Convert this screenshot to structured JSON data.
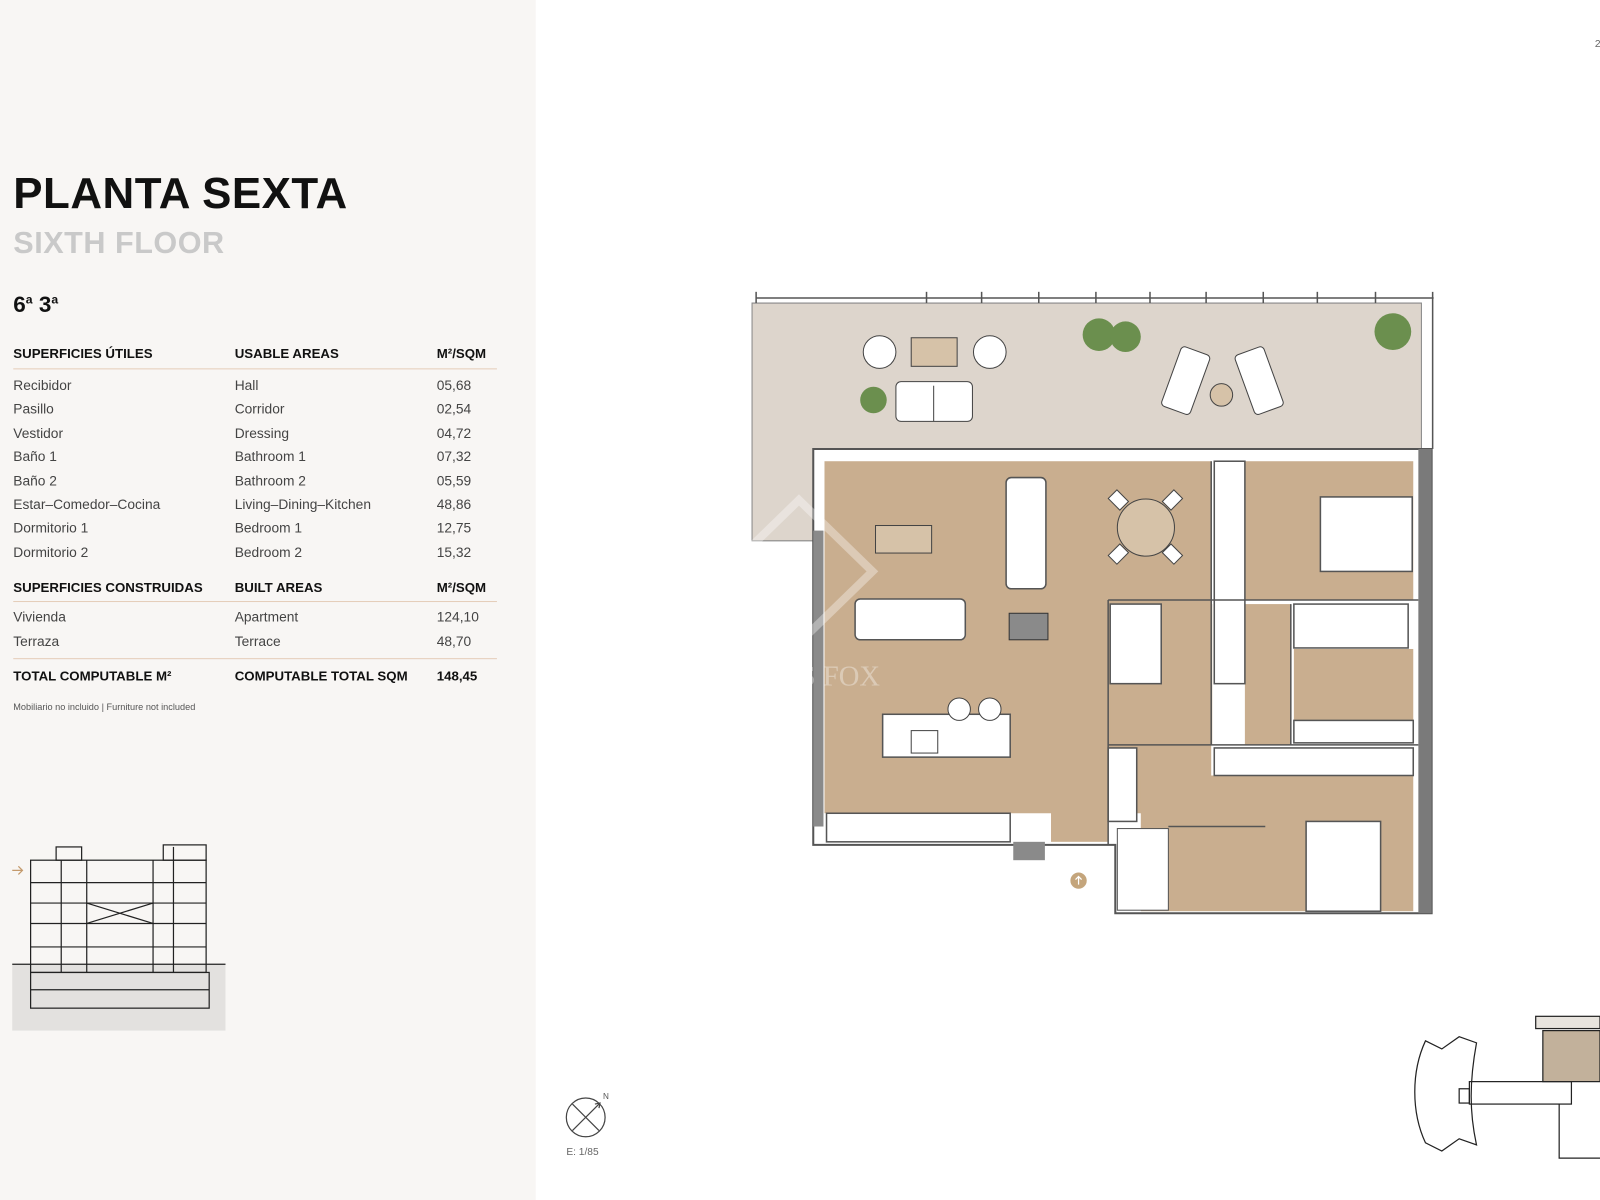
{
  "page_number": "2",
  "header": {
    "title": "PLANTA SEXTA",
    "subtitle": "SIXTH FLOOR",
    "unit_label": "6",
    "unit_sup1": "a",
    "unit_num": " 3",
    "unit_sup2": "a"
  },
  "usable": {
    "headers": [
      "SUPERFICIES ÚTILES",
      "USABLE AREAS",
      "M²/SQM"
    ],
    "rows": [
      [
        "Recibidor",
        "Hall",
        "05,68"
      ],
      [
        "Pasillo",
        "Corridor",
        "02,54"
      ],
      [
        "Vestidor",
        "Dressing",
        "04,72"
      ],
      [
        "Baño 1",
        "Bathroom 1",
        "07,32"
      ],
      [
        "Baño 2",
        "Bathroom 2",
        "05,59"
      ],
      [
        "Estar–Comedor–Cocina",
        "Living–Dining–Kitchen",
        "48,86"
      ],
      [
        "Dormitorio 1",
        "Bedroom 1",
        "12,75"
      ],
      [
        "Dormitorio 2",
        "Bedroom 2",
        "15,32"
      ]
    ]
  },
  "built": {
    "headers": [
      "SUPERFICIES CONSTRUIDAS",
      "BUILT AREAS",
      "M²/SQM"
    ],
    "rows": [
      [
        "Vivienda",
        "Apartment",
        "124,10"
      ],
      [
        "Terraza",
        "Terrace",
        "48,70"
      ]
    ]
  },
  "total": [
    "TOTAL COMPUTABLE M²",
    "COMPUTABLE TOTAL SQM",
    "148,45"
  ],
  "note": "Mobiliario no incluido | Furniture not included",
  "compass": {
    "north_label": "N",
    "scale": "E: 1/85",
    "icon": "north-arrow-icon"
  },
  "watermark": "LUCAS FOX",
  "colors": {
    "panel_bg": "#f8f6f4",
    "terrace": "#ddd5cc",
    "floor": "#c9ae8f",
    "wall": "#7a7a7a",
    "rule": "#e5cdb9",
    "accent": "#b89a73"
  }
}
